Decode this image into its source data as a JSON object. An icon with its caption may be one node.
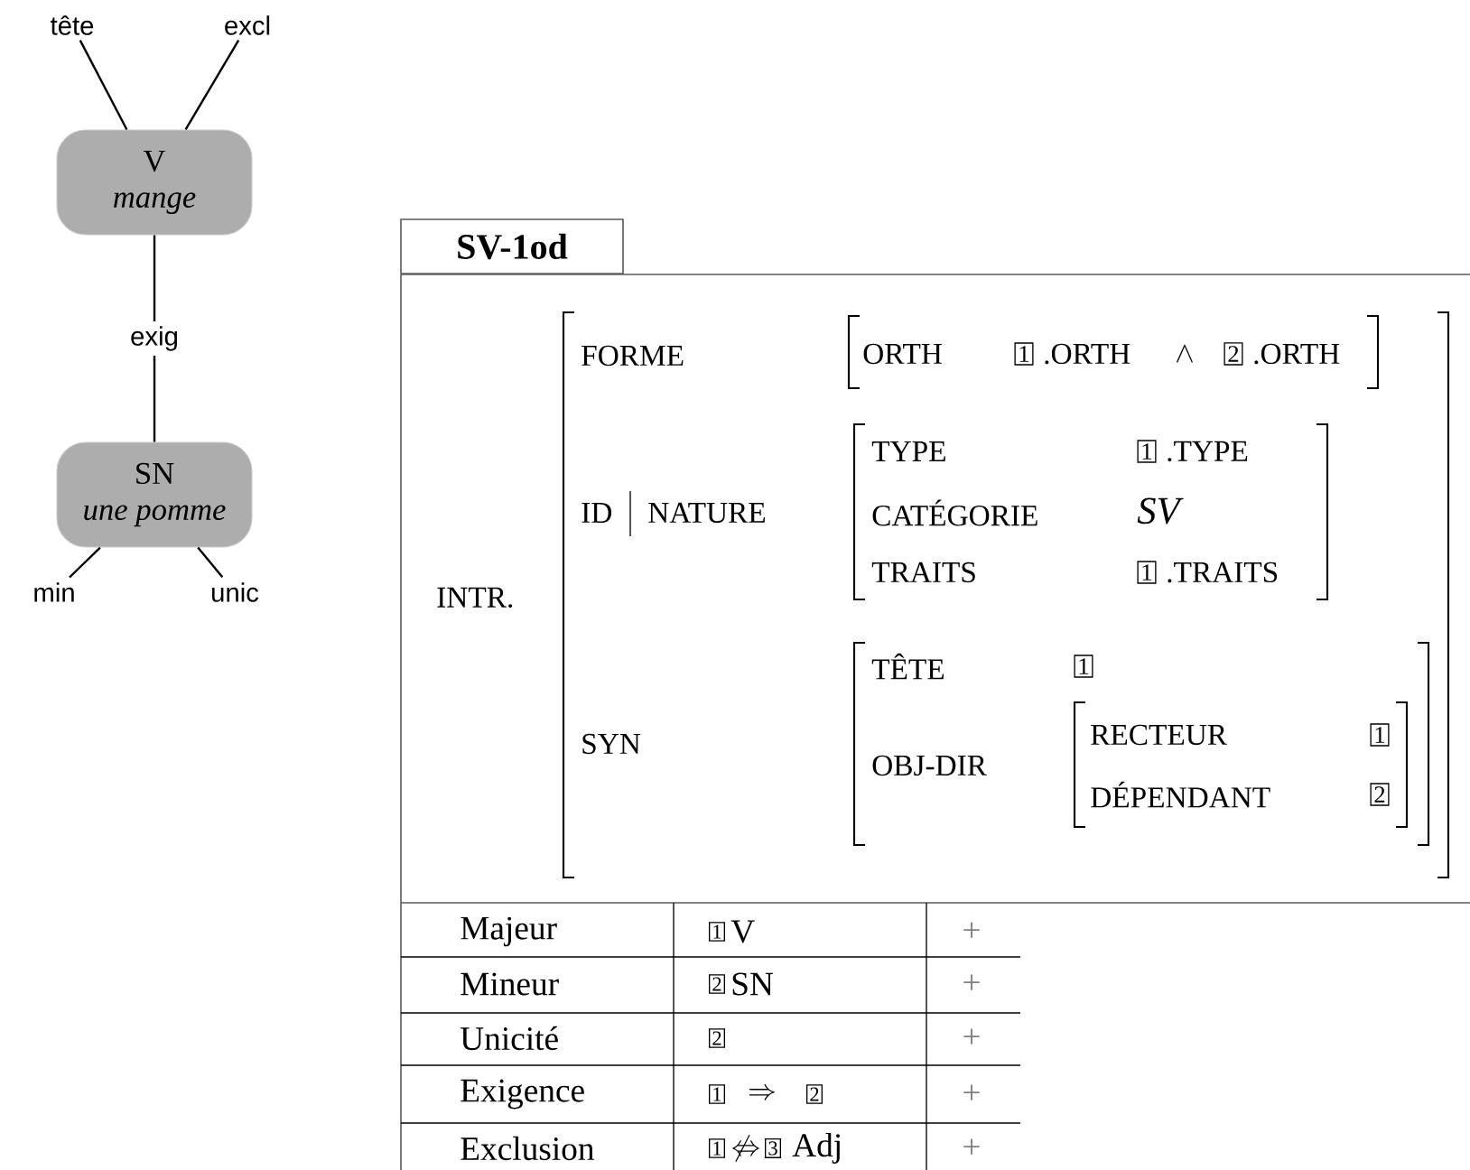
{
  "diagram": {
    "nodes": [
      {
        "text": [
          "tête"
        ]
      },
      {
        "text": [
          "excl"
        ]
      },
      {
        "text": [
          "V",
          "mange"
        ]
      },
      {
        "text": [
          "SN",
          "une pomme"
        ]
      },
      {
        "text": [
          "min"
        ]
      },
      {
        "text": [
          "unic"
        ]
      },
      {
        "text": [
          "SV-1od"
        ]
      }
    ],
    "edges": [
      {
        "from": 0,
        "to": 2,
        "arrow": "none"
      },
      {
        "from": 1,
        "to": 2,
        "arrow": "none"
      },
      {
        "from": 2,
        "to": 3,
        "arrow": "none",
        "label": "exig"
      },
      {
        "from": 3,
        "to": 4,
        "arrow": "none"
      },
      {
        "from": 3,
        "to": 5,
        "arrow": "none"
      }
    ],
    "labels": [
      "FORME",
      "ORTH",
      "1",
      ".ORTH",
      "\\wedge",
      "2",
      ".ORTH",
      "INTR.",
      "ID",
      "NATURE",
      "TYPE",
      "1",
      ".TYPE",
      "CATÉGORIE",
      "SV",
      "TRAITS",
      "1",
      ".TRAITS",
      "SYN",
      "TÊTE",
      "1",
      "OBJ-DIR",
      "RECTEUR",
      "1",
      "DÉPENDANT",
      "2",
      "Majeur",
      "1",
      "V",
      "+",
      "Mineur",
      "2",
      "SN",
      "+",
      "Unicité",
      "2",
      "+",
      "Exigence",
      "1",
      "\\Rightarrow",
      "2",
      "+",
      "Exclusion",
      "1",
      "\\not\\Leftrightarrow",
      "3",
      "Adj",
      "+"
    ]
  }
}
